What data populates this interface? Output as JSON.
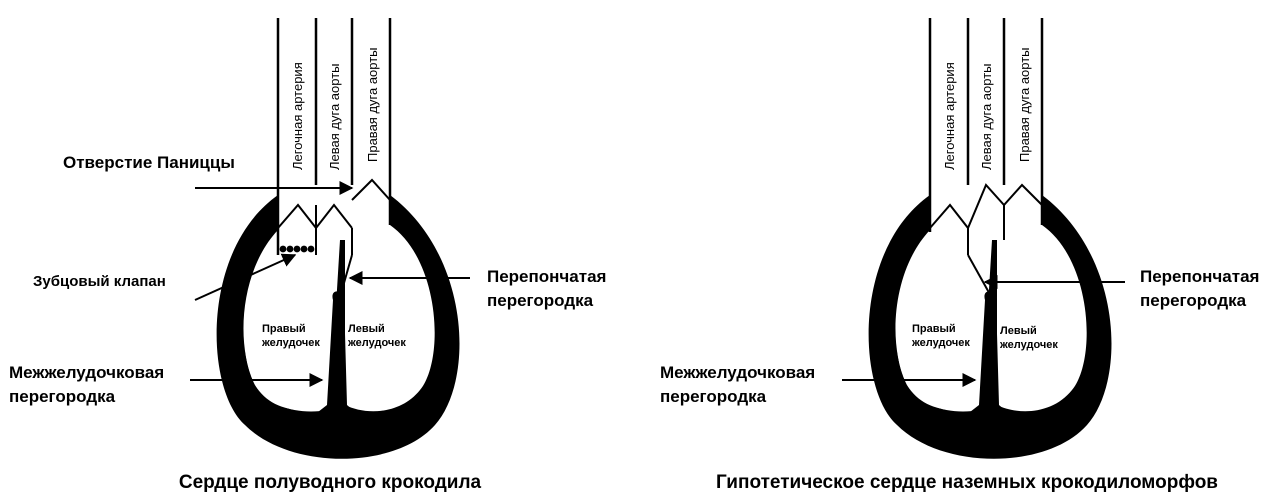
{
  "left": {
    "caption": "Сердце полуводного крокодила",
    "vessels": [
      "Легочная артерия",
      "Левая дуга аорты",
      "Правая дуга аорты"
    ],
    "labels": {
      "panizza": "Отверстие Паниццы",
      "cog_valve": "Зубцовый клапан",
      "membranous_1": "Перепончатая",
      "membranous_2": "перегородка",
      "interventricular_1": "Межжелудочковая",
      "interventricular_2": "перегородка",
      "right_ventricle_1": "Правый",
      "right_ventricle_2": "желудочек",
      "left_ventricle_1": "Левый",
      "left_ventricle_2": "желудочек"
    }
  },
  "right": {
    "caption": "Гипотетическое сердце наземных крокодиломорфов",
    "vessels": [
      "Легочная артерия",
      "Левая дуга аорты",
      "Правая дуга аорты"
    ],
    "labels": {
      "membranous_1": "Перепончатая",
      "membranous_2": "перегородка",
      "interventricular_1": "Межжелудочковая",
      "interventricular_2": "перегородка",
      "right_ventricle_1": "Правый",
      "right_ventricle_2": "желудочек",
      "left_ventricle_1": "Левый",
      "left_ventricle_2": "желудочек"
    }
  }
}
